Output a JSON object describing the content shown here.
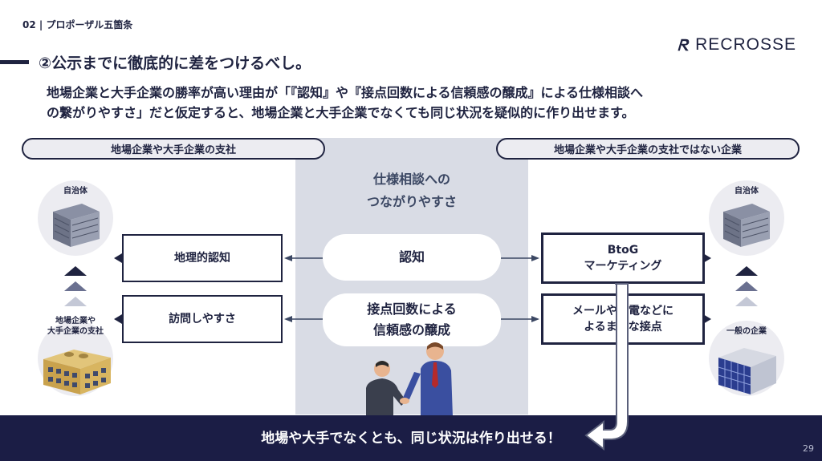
{
  "header": {
    "section_label": "02 | プロポーザル五箇条",
    "headline": "②公示までに徹底的に差をつけるべし。",
    "logo_text": "RECROSSE"
  },
  "body": {
    "line1": "地場企業と大手企業の勝率が高い理由が「『認知』や『接点回数による信頼感の醸成』による仕様相談へ",
    "line2": "の繋がりやすさ」だと仮定すると、地場企業と大手企業でなくても同じ状況を疑似的に作り出せます。"
  },
  "left": {
    "header": "地場企業や大手企業の支社",
    "top_icon_label": "自治体",
    "bottom_icon_label_1": "地場企業や",
    "bottom_icon_label_2": "大手企業の支社",
    "box1": "地理的認知",
    "box2": "訪問しやすさ"
  },
  "center": {
    "title_1": "仕様相談への",
    "title_2": "つながりやすさ",
    "oval1": "認知",
    "oval2_1": "接点回数による",
    "oval2_2": "信頼感の醸成"
  },
  "right": {
    "header": "地場企業や大手企業の支社ではない企業",
    "top_icon_label": "自治体",
    "bottom_icon_label": "一般の企業",
    "box1_1": "BtoG",
    "box1_2": "マーケティング",
    "box2_1": "メールや架電などに",
    "box2_2": "よるまめな接点"
  },
  "footer": {
    "message": "地場や大手でなくとも、同じ状況は作り出せる！",
    "page_number": "29"
  },
  "colors": {
    "navy": "#1f2340",
    "footer_bg": "#1b1d45",
    "panel_bg": "#d9dce5",
    "pill_bg": "#ececf1"
  }
}
